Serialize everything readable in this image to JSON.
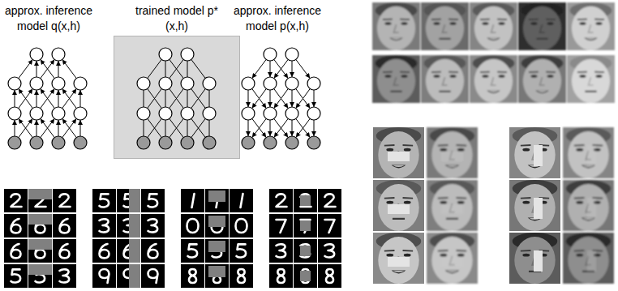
{
  "diagram": {
    "nodes": [
      {
        "text": [
          "trained model p*(x,h)"
        ]
      }
    ],
    "labels": [
      "approx. inference model q(x,h)",
      "approx. inference model p(x,h)"
    ]
  }
}
